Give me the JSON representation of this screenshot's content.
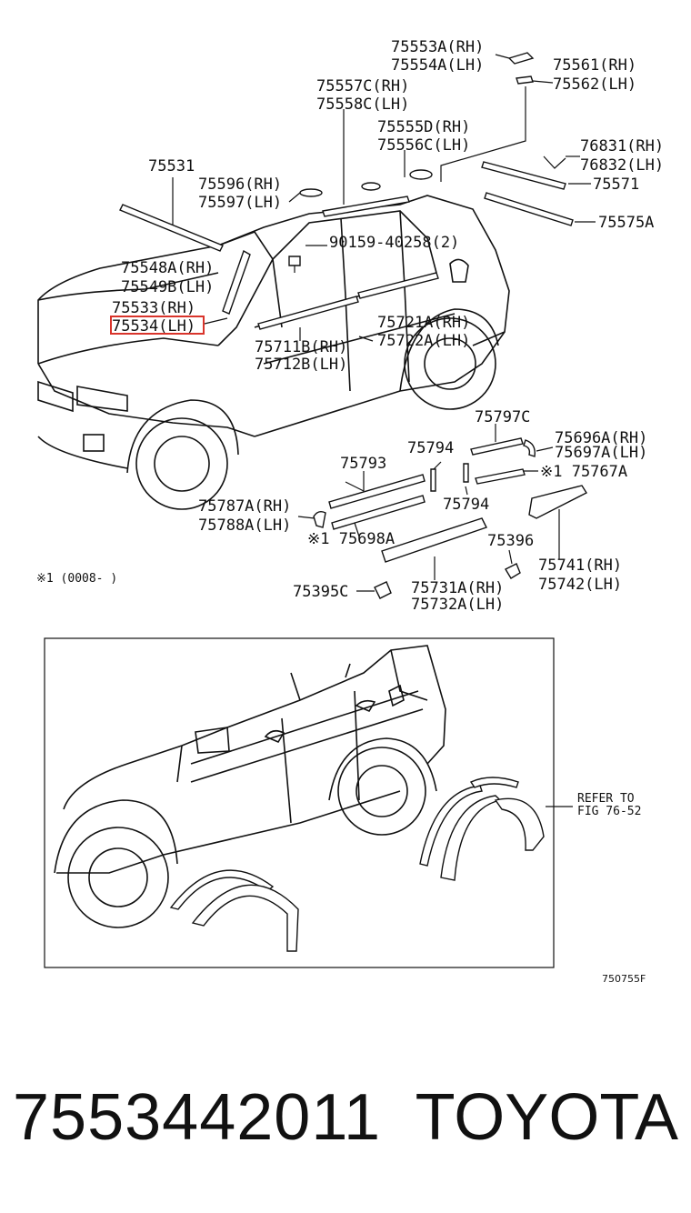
{
  "labels": {
    "l75553a": "75553A(RH)",
    "l75554a": "75554A(LH)",
    "l75561": "75561(RH)",
    "l75562": "75562(LH)",
    "l75557c": "75557C(RH)",
    "l75558c": "75558C(LH)",
    "l75555d": "75555D(RH)",
    "l75556c": "75556C(LH)",
    "l76831": "76831(RH)",
    "l76832": "76832(LH)",
    "l75531": "75531",
    "l75571": "75571",
    "l75596": "75596(RH)",
    "l75597": "75597(LH)",
    "l75575a": "75575A",
    "l90159": "90159-40258(2)",
    "l75548a": "75548A(RH)",
    "l75549b": "75549B(LH)",
    "l75533": "75533(RH)",
    "l75534": "75534(LH)",
    "l75721a": "75721A(RH)",
    "l75722a": "75722A(LH)",
    "l75711b": "75711B(RH)",
    "l75712b": "75712B(LH)",
    "l75797c": "75797C",
    "l75696a": "75696A(RH)",
    "l75697a": "75697A(LH)",
    "l75793": "75793",
    "l75794a": "75794",
    "l75767a": "※1 75767A",
    "l75794b": "75794",
    "l75787a": "75787A(RH)",
    "l75788a": "75788A(LH)",
    "l75698a": "※1 75698A",
    "l75396": "75396",
    "l75741": "75741(RH)",
    "l75742": "75742(LH)",
    "footnote": "※1 (0008-        )",
    "l75395c": "75395C",
    "l75731a": "75731A(RH)",
    "l75732a": "75732A(LH)",
    "refer1": "REFER TO",
    "refer2": "FIG 76-52",
    "figcode": "750755F"
  },
  "footer": {
    "part_number": "7553442011",
    "brand": "TOYOTA"
  },
  "highlight_color": "#d9342b"
}
